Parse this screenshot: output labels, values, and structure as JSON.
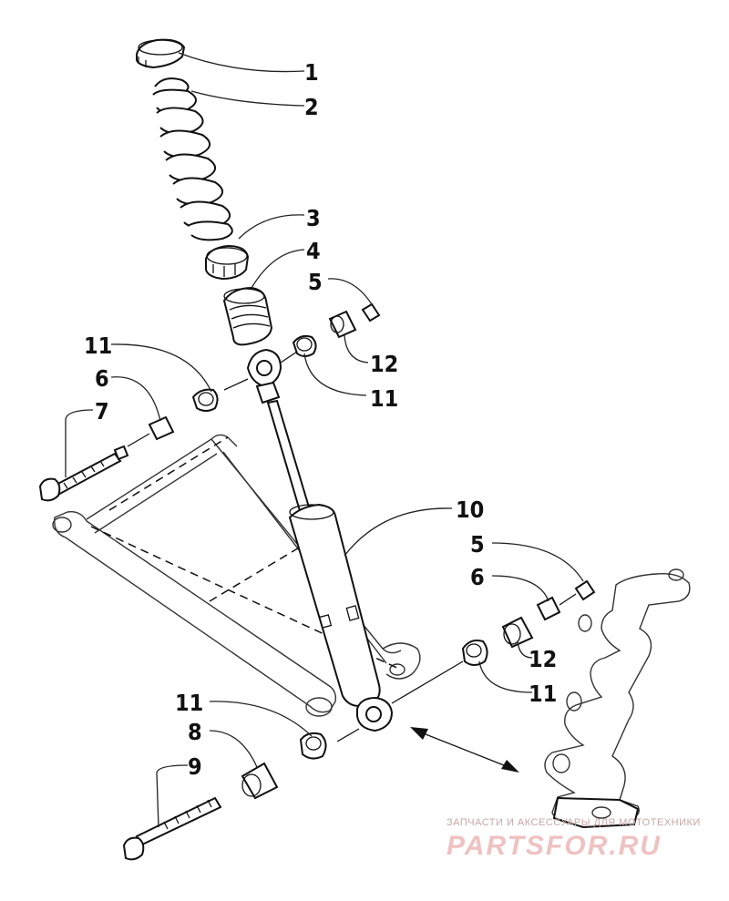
{
  "callouts": {
    "c1": "1",
    "c2": "2",
    "c3": "3",
    "c4": "4",
    "c5_upper": "5",
    "c12_upper": "12",
    "c11_upper_right": "11",
    "c11_upper_left": "11",
    "c6_upper": "6",
    "c7": "7",
    "c10": "10",
    "c5_lower": "5",
    "c6_lower": "6",
    "c12_lower": "12",
    "c11_lower_right": "11",
    "c11_lower_left": "11",
    "c8": "8",
    "c9": "9"
  },
  "watermark": {
    "tagline": "ЗАПЧАСТИ И АКСЕССУАРЫ ДЛЯ МОТОТЕХНИКИ",
    "brand": "PARTSFOR.RU"
  },
  "colors": {
    "line": "#111111",
    "background": "#ffffff",
    "watermark": "#efc2c2"
  }
}
